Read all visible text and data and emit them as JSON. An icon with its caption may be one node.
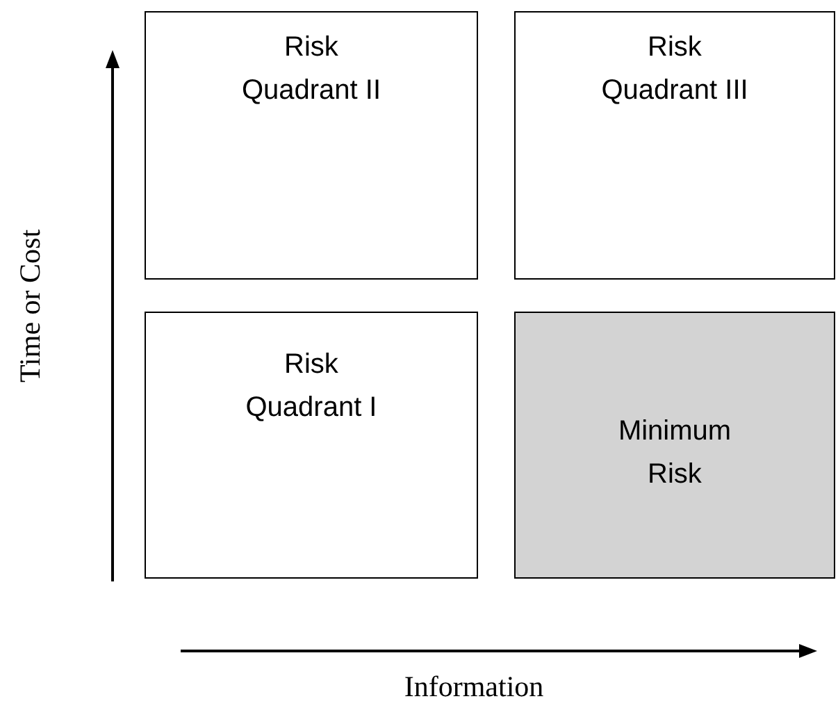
{
  "diagram": {
    "nodes": [
      {
        "text": [
          "Risk Quadrant II"
        ]
      },
      {
        "text": [
          "Risk Quadrant III"
        ]
      },
      {
        "text": [
          "Risk Quadrant I"
        ]
      },
      {
        "text": [
          "Minimum Risk"
        ]
      }
    ],
    "labels": [
      "Time or Cost",
      "Information"
    ]
  }
}
